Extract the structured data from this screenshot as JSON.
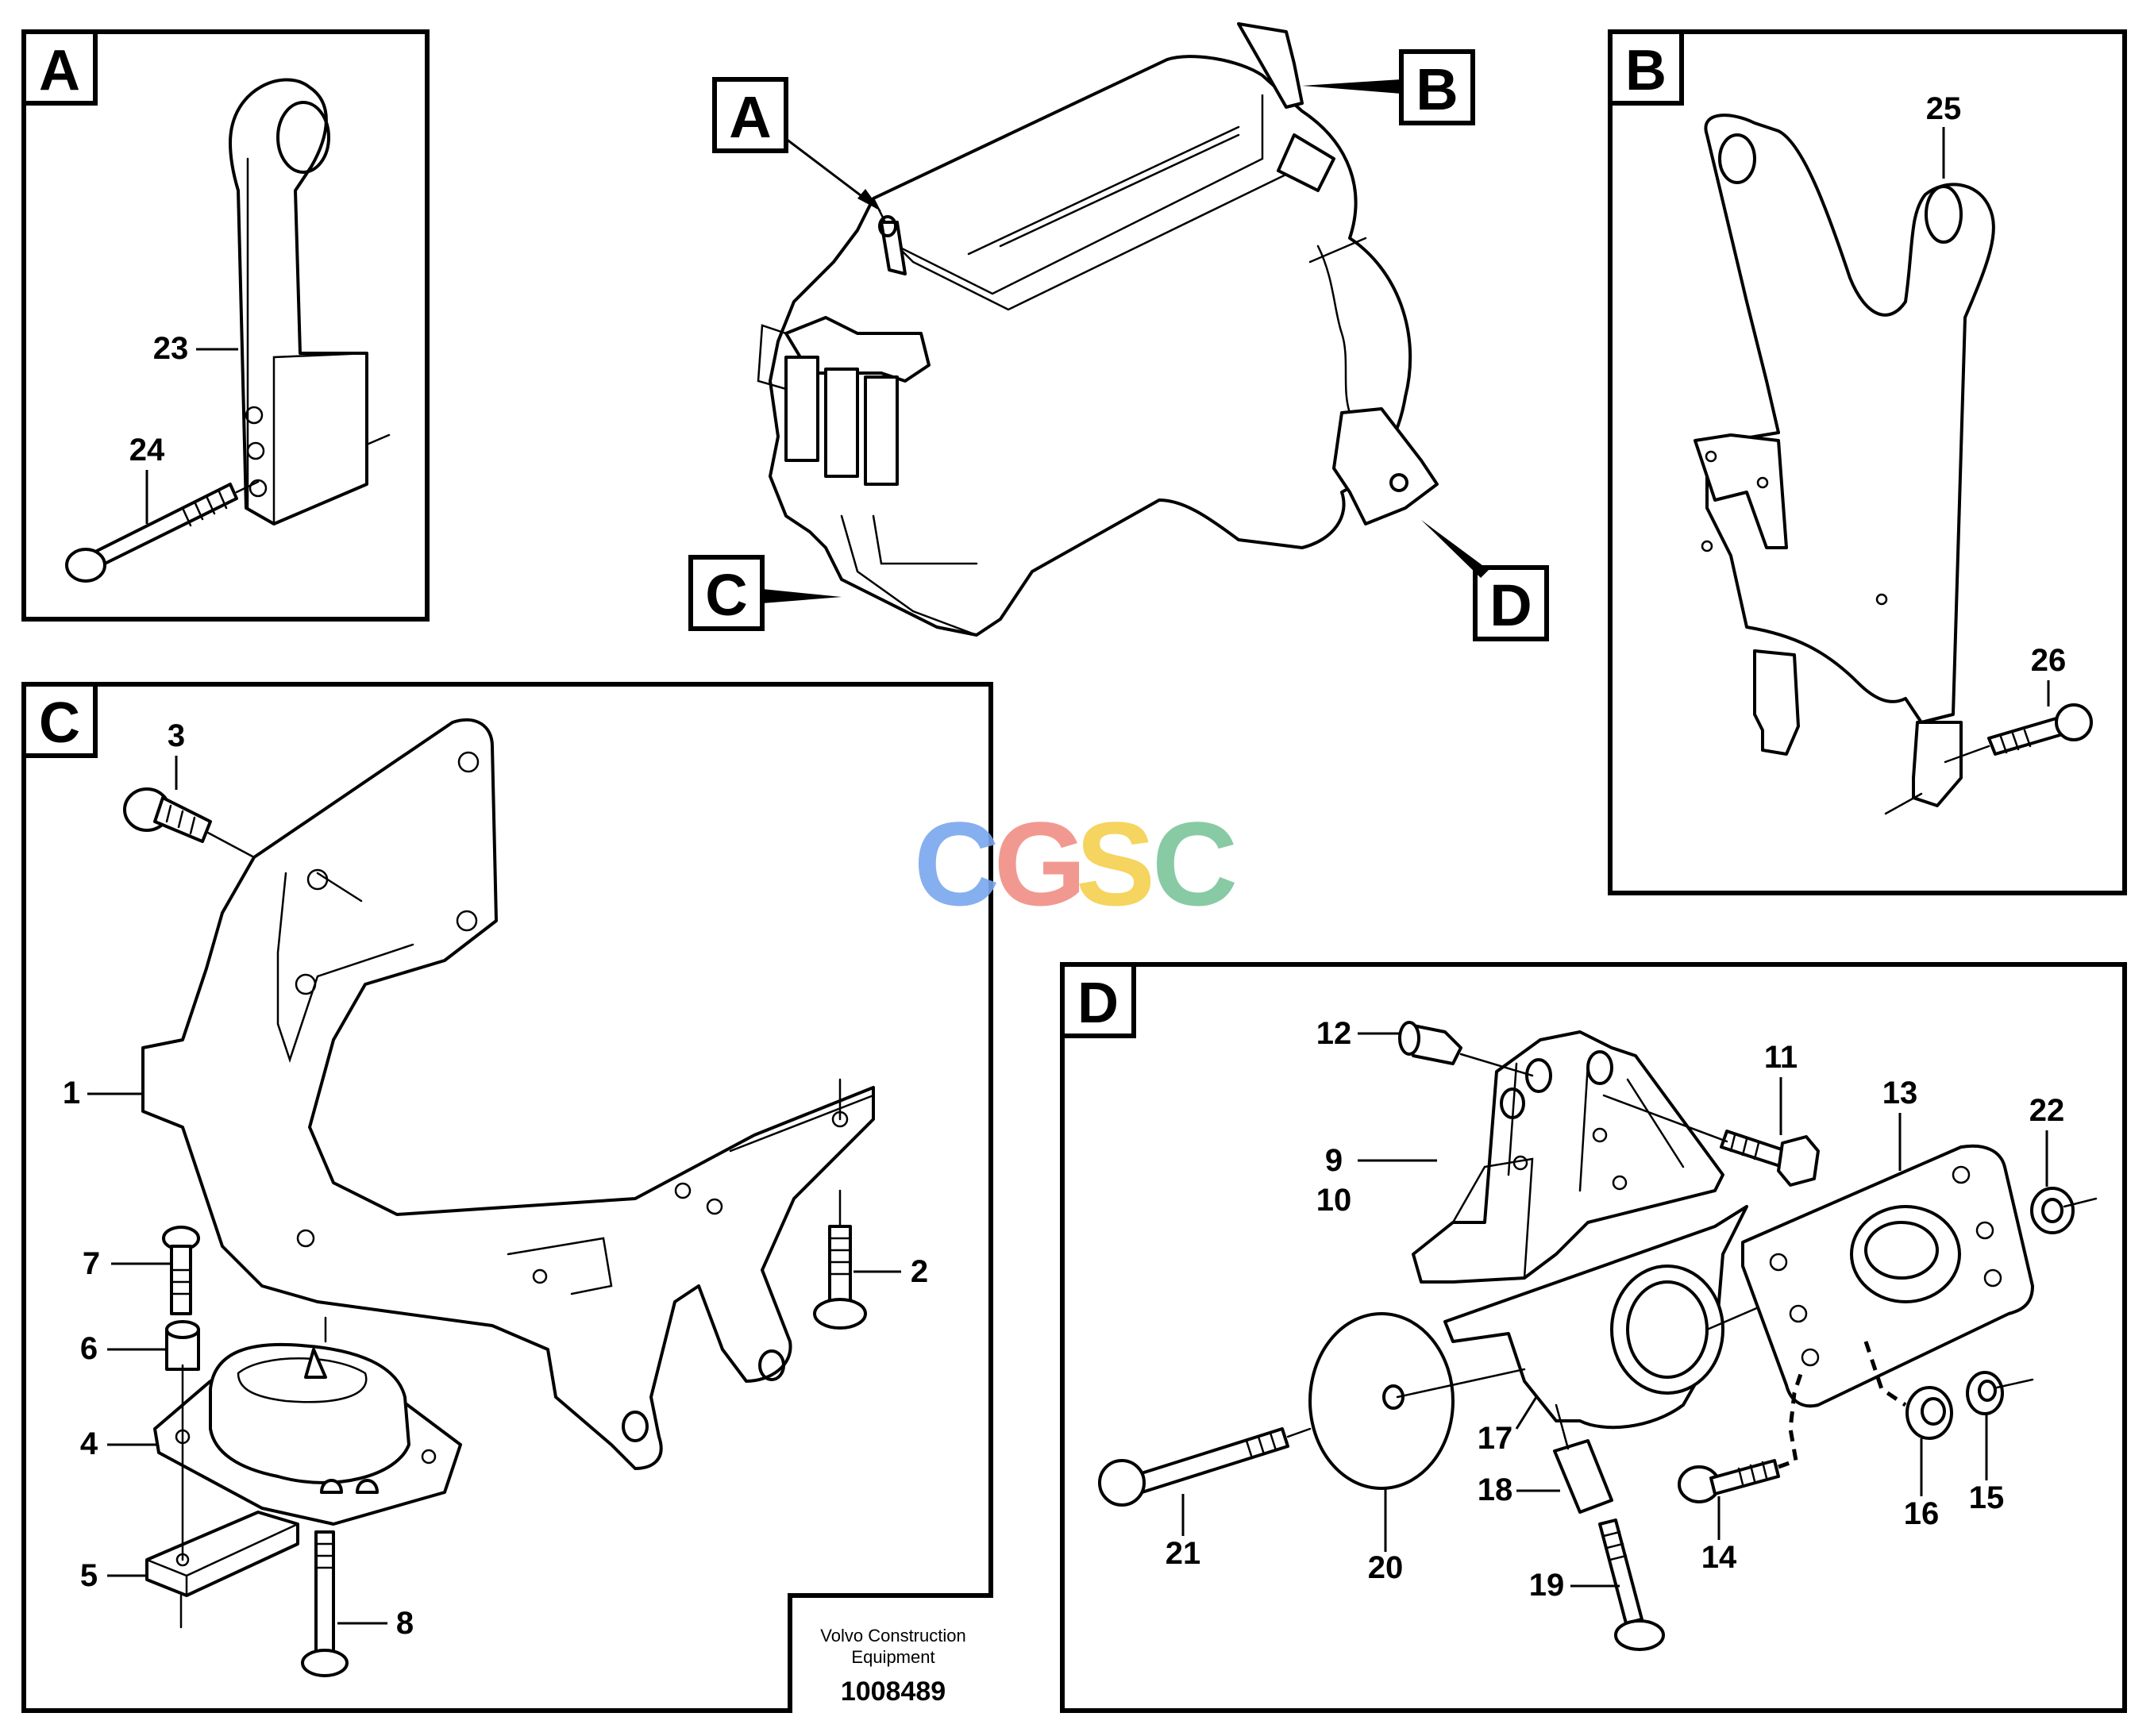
{
  "panels": {
    "A": {
      "label": "A",
      "parts": [
        "23",
        "24"
      ]
    },
    "B": {
      "label": "B",
      "parts": [
        "25",
        "26"
      ]
    },
    "C": {
      "label": "C",
      "parts": [
        "1",
        "2",
        "3",
        "4",
        "5",
        "6",
        "7",
        "8"
      ]
    },
    "D": {
      "label": "D",
      "parts": [
        "9",
        "10",
        "11",
        "12",
        "13",
        "14",
        "15",
        "16",
        "17",
        "18",
        "19",
        "20",
        "21",
        "22"
      ]
    }
  },
  "callouts": {
    "A": "A",
    "B": "B",
    "C": "C",
    "D": "D"
  },
  "watermark": {
    "letters": [
      "C",
      "G",
      "S",
      "C"
    ],
    "colors": [
      "#7aa7ee",
      "#f08e84",
      "#f4d04e",
      "#7cc59a"
    ]
  },
  "footer": {
    "brand_line1": "Volvo Construction",
    "brand_line2": "Equipment",
    "part_number": "1008489"
  }
}
